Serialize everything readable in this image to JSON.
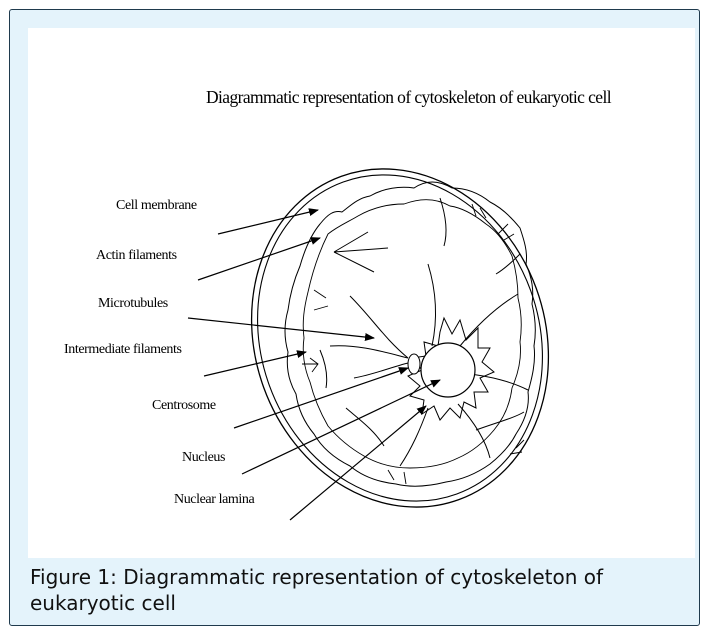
{
  "diagram": {
    "title": "Diagrammatic representation of cytoskeleton of eukaryotic cell",
    "labels": {
      "cell_membrane": "Cell membrane",
      "actin_filaments": "Actin filaments",
      "microtubules": "Microtubules",
      "intermediate_filaments": "Intermediate filaments",
      "centrosome": "Centrosome",
      "nucleus": "Nucleus",
      "nuclear_lamina": "Nuclear lamina"
    }
  },
  "caption": "Figure 1: Diagrammatic representation of cytoskeleton of eukaryotic cell",
  "colors": {
    "panel_background": "#e4f3fb",
    "frame_border": "#1f3a4d",
    "diagram_background": "#ffffff",
    "line_color": "#000000"
  }
}
